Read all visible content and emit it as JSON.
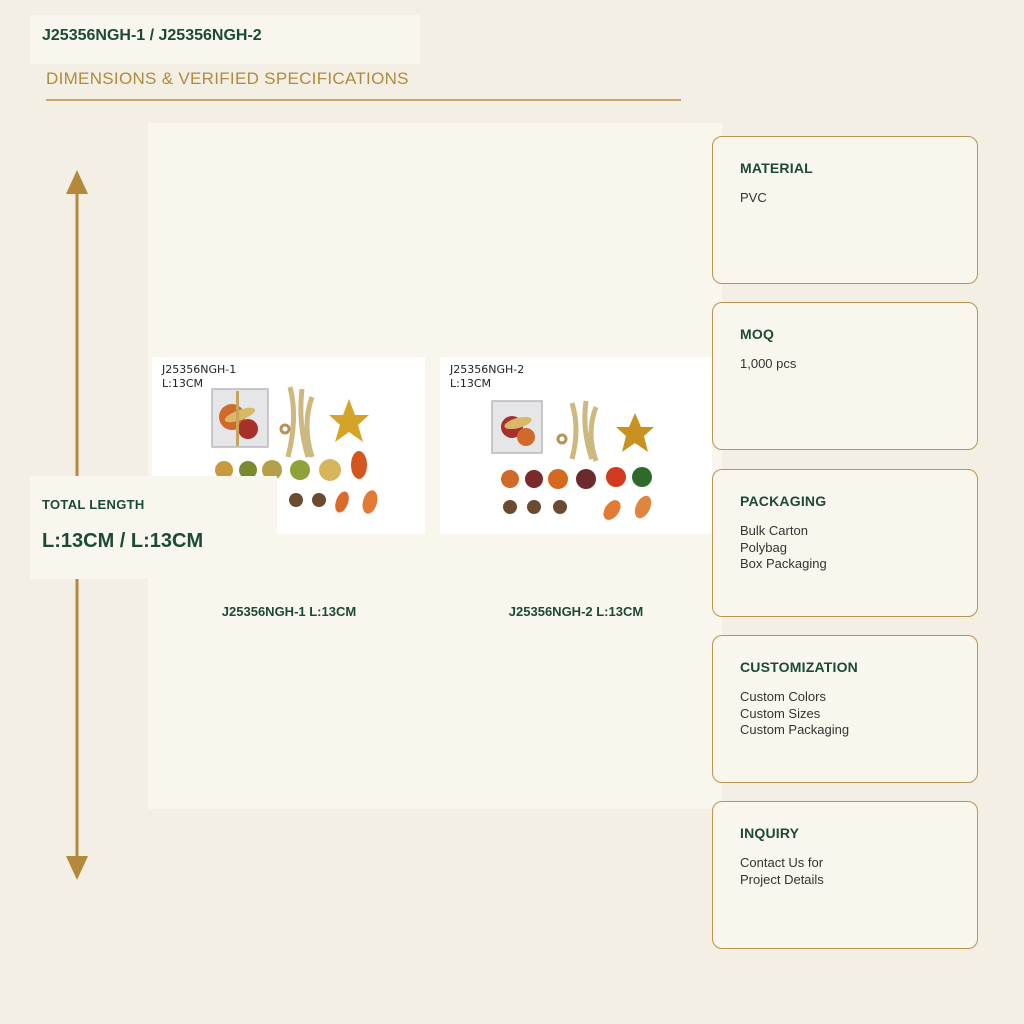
{
  "header": {
    "model_title": "J25356NGH-1 / J25356NGH-2",
    "section_title": "DIMENSIONS & VERIFIED SPECIFICATIONS"
  },
  "total_length": {
    "label": "TOTAL LENGTH",
    "value": "L:13CM / L:13CM"
  },
  "products": [
    {
      "photo_caption_model": "J25356NGH-1",
      "photo_caption_length": "L:13CM",
      "label": "J25356NGH-1  L:13CM"
    },
    {
      "photo_caption_model": "J25356NGH-2",
      "photo_caption_length": "L:13CM",
      "label": "J25356NGH-2  L:13CM"
    }
  ],
  "specs": [
    {
      "heading": "MATERIAL",
      "lines": [
        "PVC"
      ]
    },
    {
      "heading": "MOQ",
      "lines": [
        "1,000 pcs"
      ]
    },
    {
      "heading": "PACKAGING",
      "lines": [
        "Bulk Carton",
        "Polybag",
        "Box Packaging"
      ]
    },
    {
      "heading": "CUSTOMIZATION",
      "lines": [
        "Custom Colors",
        "Custom Sizes",
        "Custom Packaging"
      ]
    },
    {
      "heading": "INQUIRY",
      "lines": [
        "Contact Us for",
        "Project Details"
      ]
    }
  ],
  "colors": {
    "background": "#f4efe4",
    "panel": "#f9f6ee",
    "accent_gold": "#b08a3e",
    "heading_green": "#1b4a35"
  }
}
